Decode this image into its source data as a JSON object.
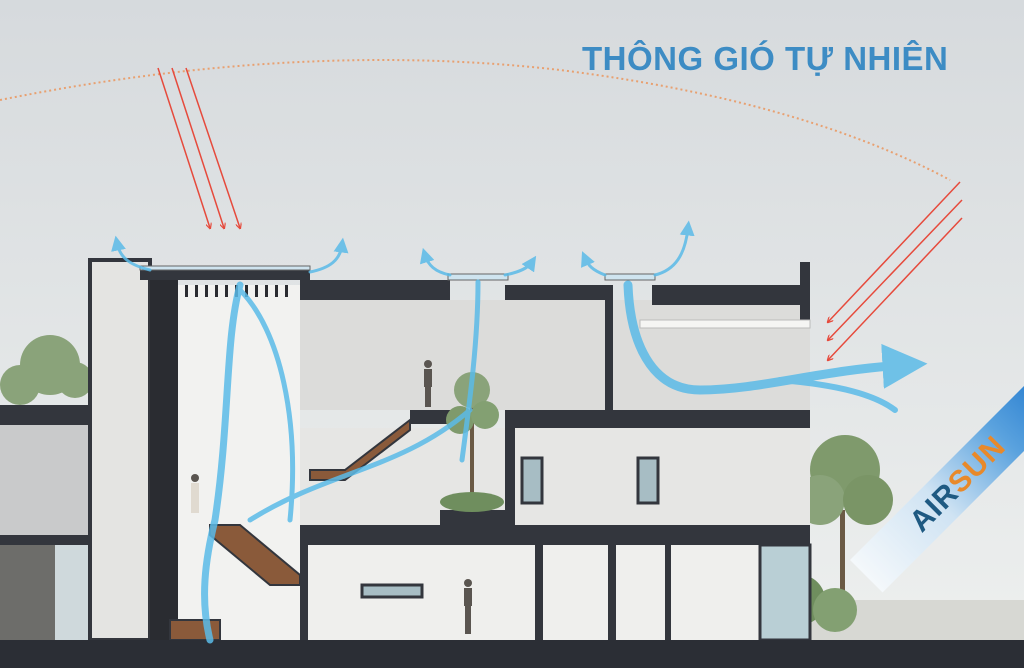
{
  "title": "THÔNG GIÓ TỰ NHIÊN",
  "logo": {
    "part1": "AIR",
    "part2": "SUN"
  },
  "colors": {
    "title": "#3d8cc4",
    "airflow": "#5bbbe8",
    "sun_rays": "#e64a3c",
    "sun_path": "#e8a070",
    "structure": "#33363d",
    "logo_air": "#1f5a82",
    "logo_sun": "#e8892a"
  },
  "icons": [
    "sun-ray-arrows",
    "airflow-arrows",
    "tree",
    "person"
  ]
}
